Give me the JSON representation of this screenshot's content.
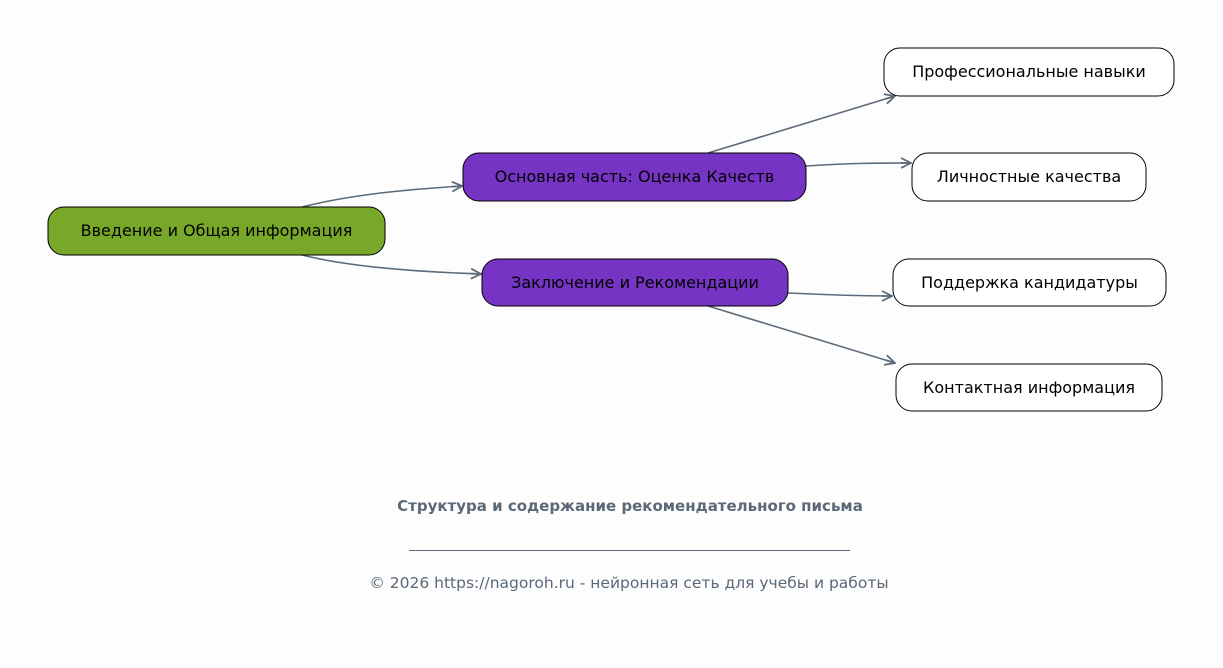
{
  "diagram": {
    "root": {
      "label": "Введение и Общая информация",
      "color": "#78a82a"
    },
    "branches": [
      {
        "label": "Основная часть: Оценка Качеств",
        "color": "#7634c4",
        "children": [
          "Профессиональные навыки",
          "Личностные качества"
        ]
      },
      {
        "label": "Заключение и Рекомендации",
        "color": "#7634c4",
        "children": [
          "Поддержка кандидатуры",
          "Контактная информация"
        ]
      }
    ],
    "edge_color": "#5c6b7a"
  },
  "caption": {
    "title": "Структура и содержание рекомендательного письма",
    "footer": "© 2026 https://nagoroh.ru - нейронная сеть для учебы и работы"
  }
}
